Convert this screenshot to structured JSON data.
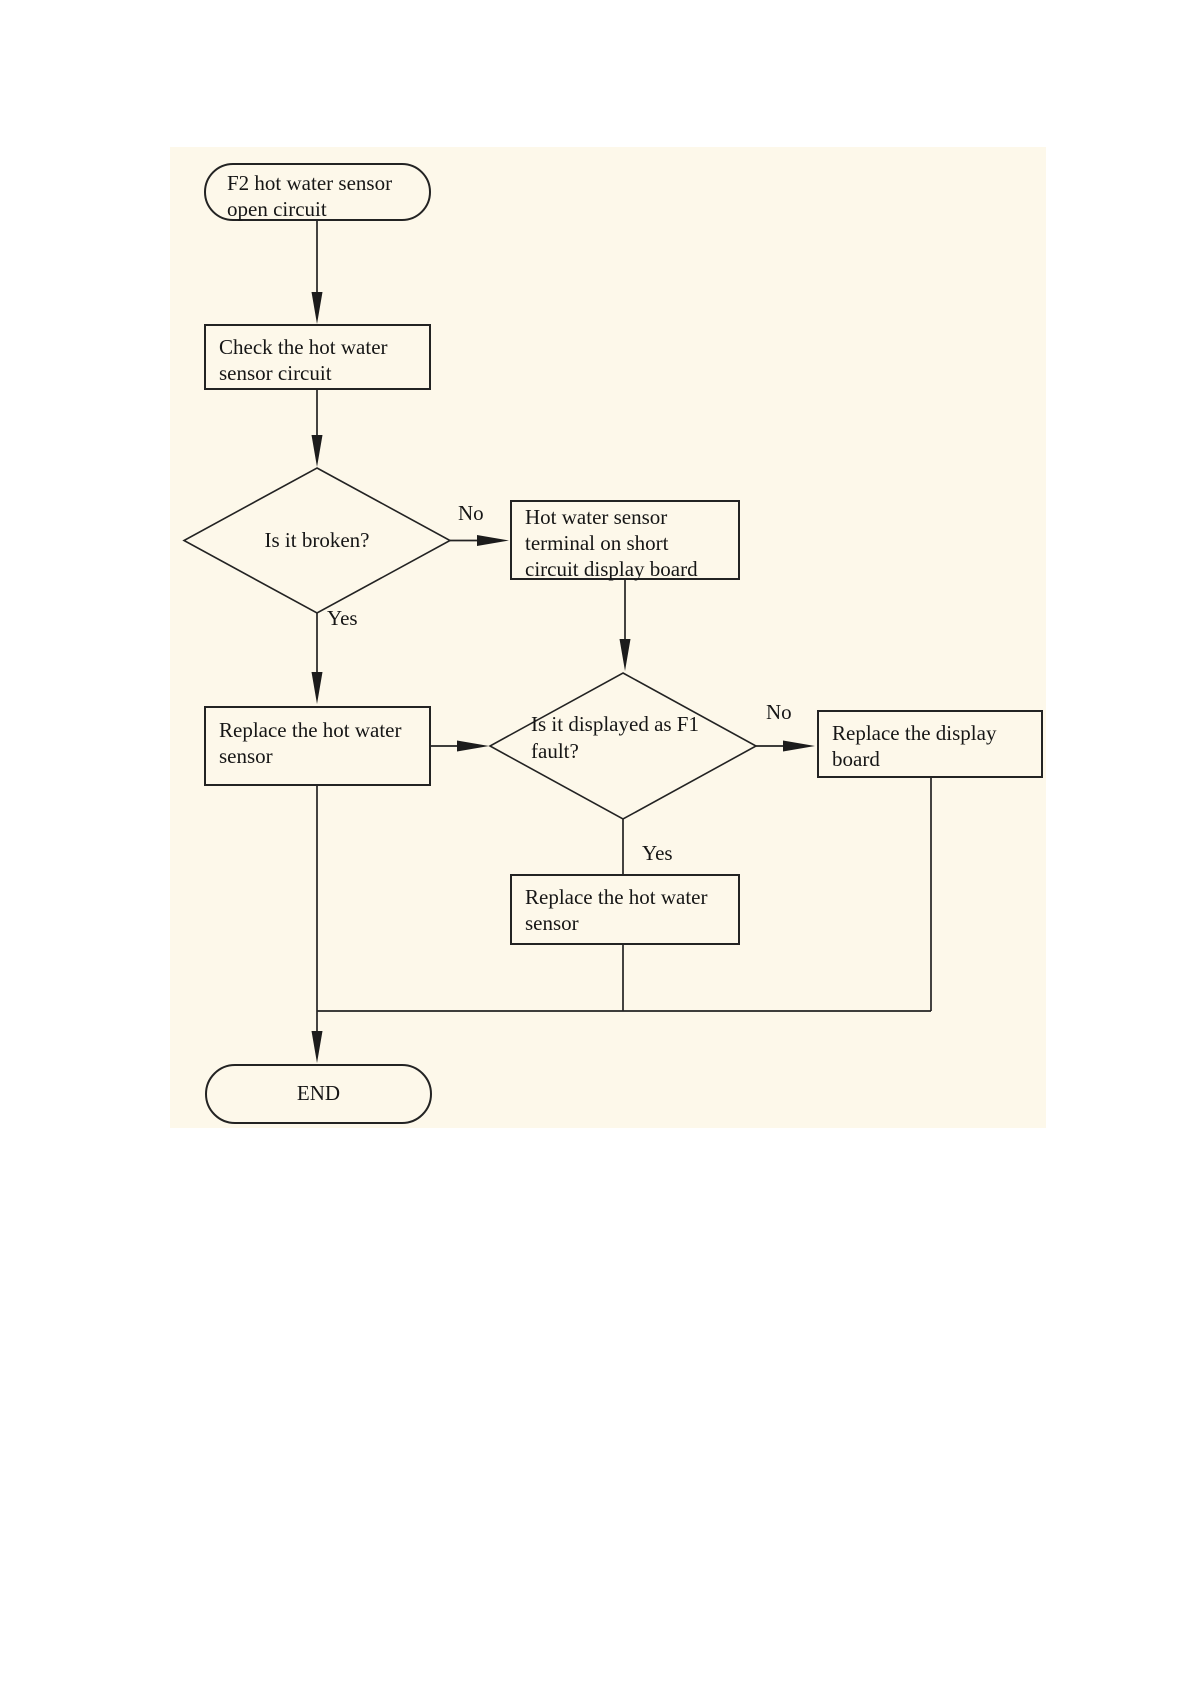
{
  "flowchart": {
    "colors": {
      "page_background": "#ffffff",
      "canvas_background": "#fdf8ea",
      "line_color": "#232323",
      "text_color": "#161616"
    },
    "nodes": {
      "start": {
        "type": "terminator",
        "label": "F2 hot water sensor open circuit"
      },
      "check": {
        "type": "process",
        "label": "Check the hot water sensor circuit"
      },
      "is_broken": {
        "type": "decision",
        "label": "Is it broken?"
      },
      "short_circuit_board": {
        "type": "process",
        "label": "Hot water sensor terminal on short circuit display board"
      },
      "replace_sensor_left": {
        "type": "process",
        "label": "Replace the hot water sensor"
      },
      "is_f1_fault": {
        "type": "decision",
        "label": "Is it displayed as F1 fault?"
      },
      "replace_display_board": {
        "type": "process",
        "label": "Replace the display board"
      },
      "replace_sensor_bottom": {
        "type": "process",
        "label": "Replace the hot water sensor"
      },
      "end": {
        "type": "terminator",
        "label": "END"
      }
    },
    "branch_labels": {
      "is_broken_no": "No",
      "is_broken_yes": "Yes",
      "is_f1_no": "No",
      "is_f1_yes": "Yes"
    }
  }
}
